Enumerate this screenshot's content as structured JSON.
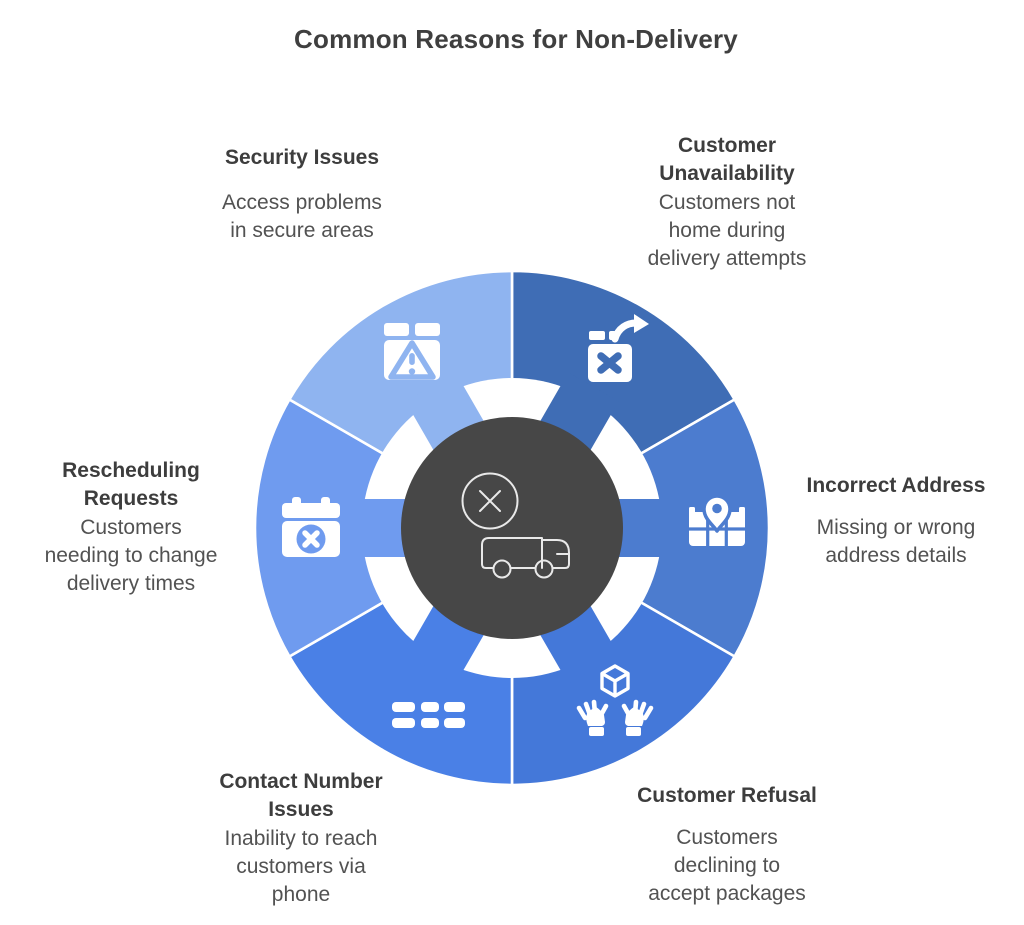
{
  "title": "Common Reasons for Non-Delivery",
  "wheel": {
    "separator_color": "#ffffff",
    "inner_color": "#ffffff",
    "hub_color": "#474747",
    "hub_icon_color": "#e9e9e9",
    "hub_icons": [
      "cancel-circle-icon",
      "delivery-truck-icon"
    ]
  },
  "segments": [
    {
      "id": "customer-unavailability",
      "heading": "Customer\nUnavailability",
      "body": "Customers not\nhome during\ndelivery attempts",
      "color": "#3f6db5",
      "icon": "package-redirect-icon"
    },
    {
      "id": "incorrect-address",
      "heading": "Incorrect Address",
      "body": "Missing or wrong\naddress details",
      "color": "#4c7ccf",
      "icon": "map-location-pin-icon"
    },
    {
      "id": "customer-refusal",
      "heading": "Customer Refusal",
      "body": "Customers\ndeclining to\naccept packages",
      "color": "#4478d9",
      "icon": "hands-holding-package-icon"
    },
    {
      "id": "contact-number-issues",
      "heading": "Contact Number\nIssues",
      "body": "Inability to reach\ncustomers via\nphone",
      "color": "#4a80e6",
      "icon": "dashed-lines-icon"
    },
    {
      "id": "rescheduling-requests",
      "heading": "Rescheduling\nRequests",
      "body": "Customers\nneeding to change\ndelivery times",
      "color": "#6f9bef",
      "icon": "calendar-cancel-icon"
    },
    {
      "id": "security-issues",
      "heading": "Security Issues",
      "body": "Access problems\nin secure areas",
      "color": "#8fb4f0",
      "icon": "package-warning-icon"
    }
  ]
}
